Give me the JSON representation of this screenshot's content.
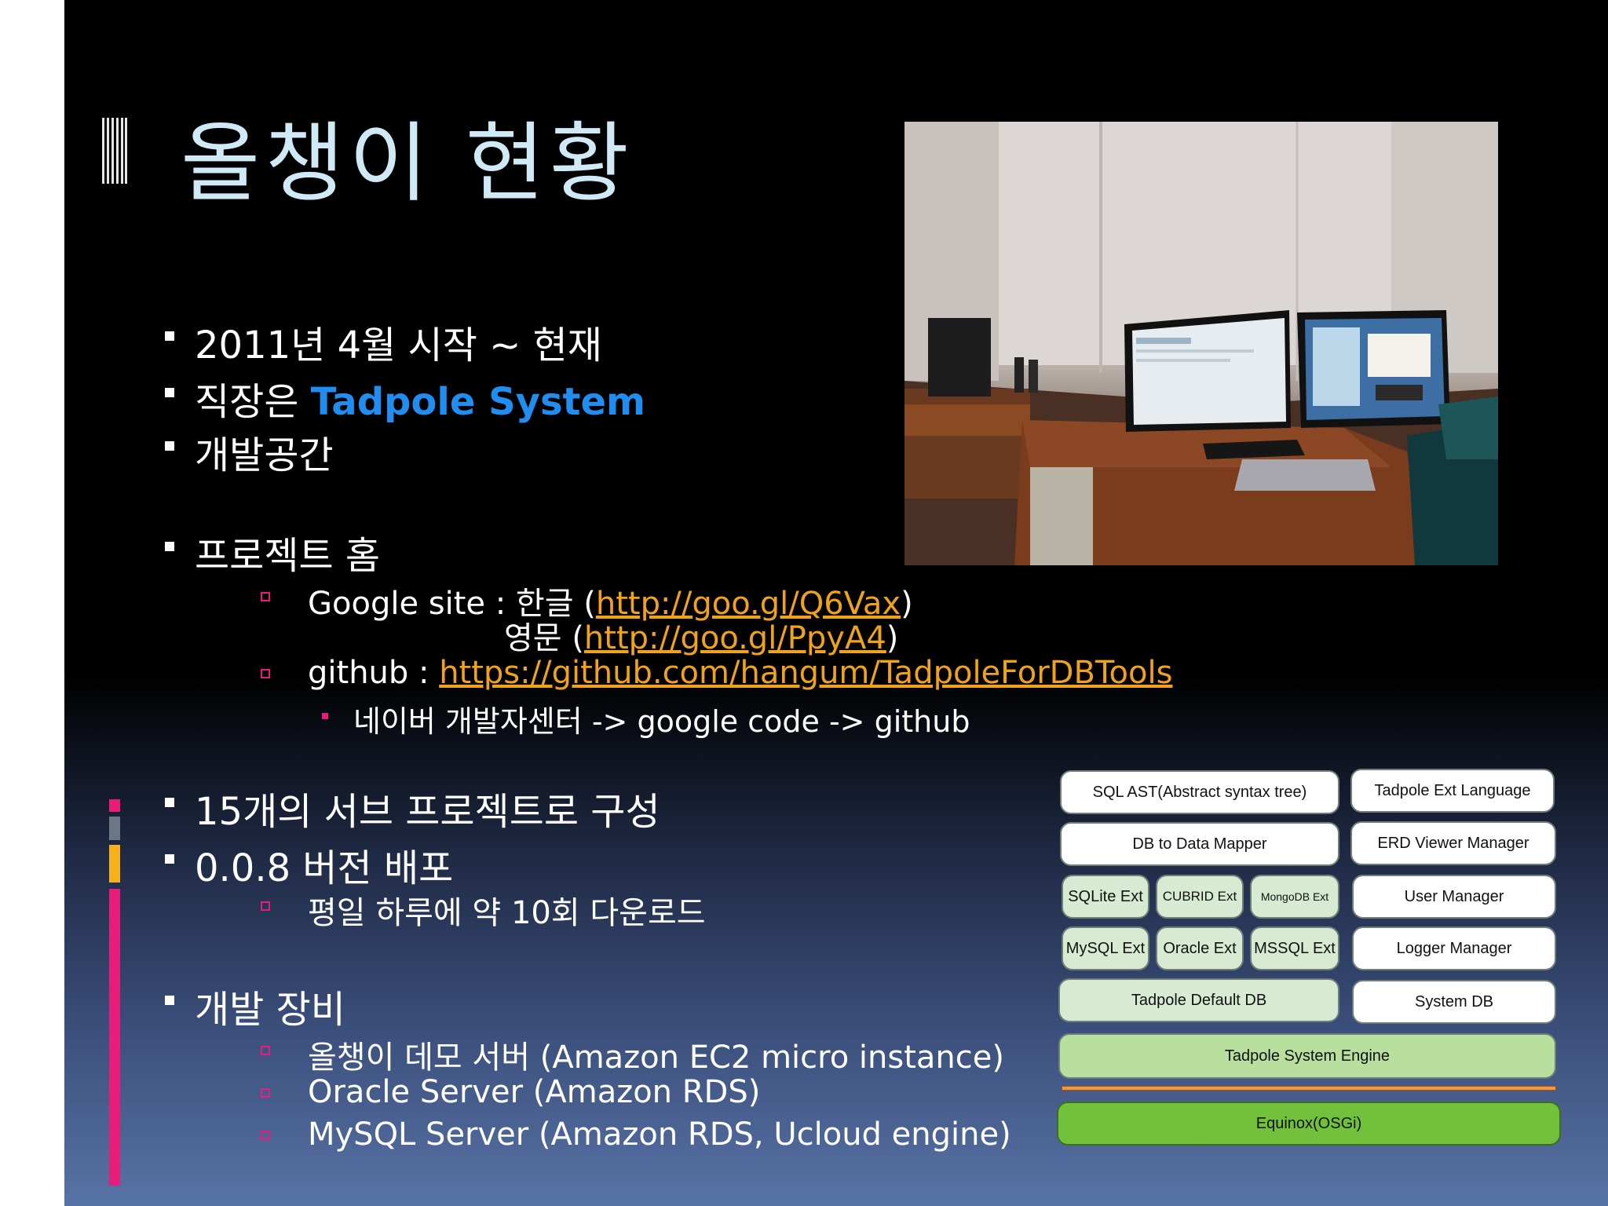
{
  "title": "올챙이  현황",
  "bullets": {
    "start": "2011년 4월 시작 ~ 현재",
    "workplace_prefix": "직장은 ",
    "workplace_name": "Tadpole System",
    "workspace": "개발공간",
    "project_home": "프로젝트 홈",
    "google_site_prefix": "Google site : 한글 (",
    "google_site_ko_link": "http://goo.gl/Q6Vax",
    "google_site_suffix": ")",
    "google_site_en_prefix": "영문 (",
    "google_site_en_link": "http://goo.gl/PpyA4",
    "google_site_en_suffix": ")",
    "github_prefix": "github : ",
    "github_link": "https://github.com/hangum/TadpoleForDBTools",
    "github_history": "네이버 개발자센터 -> google code -> github",
    "subprojects": "15개의 서브 프로젝트로 구성",
    "release": "0.0.8 버전 배포",
    "downloads": "평일 하루에 약 10회 다운로드",
    "equipment": "개발 장비",
    "demo_server": "올챙이 데모 서버 (Amazon EC2 micro instance)",
    "oracle_server": "Oracle Server (Amazon RDS)",
    "mysql_server": "MySQL Server (Amazon RDS, Ucloud engine)"
  },
  "diagram": {
    "sql_ast": "SQL AST(Abstract syntax tree)",
    "ext_language": "Tadpole Ext Language",
    "db_mapper": "DB to Data Mapper",
    "erd_viewer": "ERD Viewer Manager",
    "sqlite": "SQLite Ext",
    "cubrid": "CUBRID Ext",
    "mongodb": "MongoDB Ext",
    "user_manager": "User Manager",
    "mysql": "MySQL Ext",
    "oracle": "Oracle Ext",
    "mssql": "MSSQL Ext",
    "logger_manager": "Logger Manager",
    "default_db": "Tadpole Default DB",
    "system_db": "System DB",
    "engine": "Tadpole System Engine",
    "equinox": "Equinox(OSGi)"
  },
  "colors": {
    "title": "#cfe9f6",
    "accent_blue": "#1f8ef0",
    "link": "#f0a31a",
    "bullet_pink": "#e81d7b",
    "green": "#71c23a"
  }
}
